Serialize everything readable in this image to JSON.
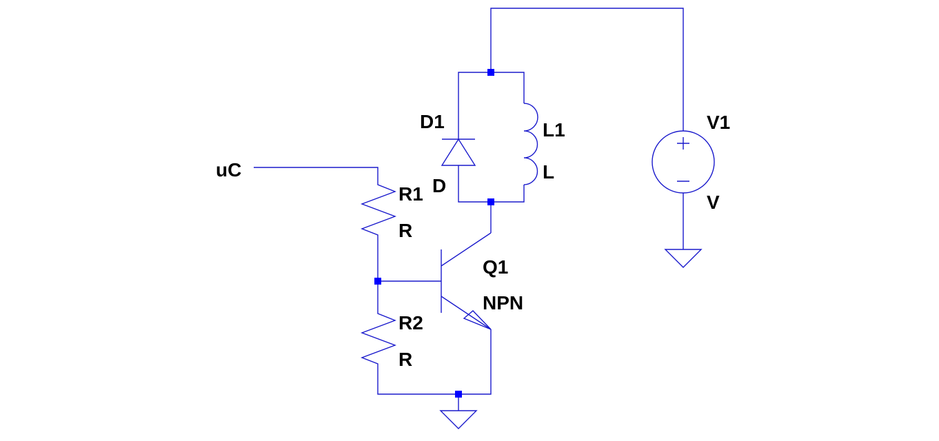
{
  "labels": {
    "net_uc": "uC",
    "r1_name": "R1",
    "r1_value": "R",
    "r2_name": "R2",
    "r2_value": "R",
    "d1_name": "D1",
    "d1_value": "D",
    "l1_name": "L1",
    "l1_value": "L",
    "q1_name": "Q1",
    "q1_value": "NPN",
    "v1_name": "V1",
    "v1_value": "V"
  },
  "colors": {
    "wire": "#1a1acc",
    "junction": "#0000ff",
    "text": "#000000"
  }
}
